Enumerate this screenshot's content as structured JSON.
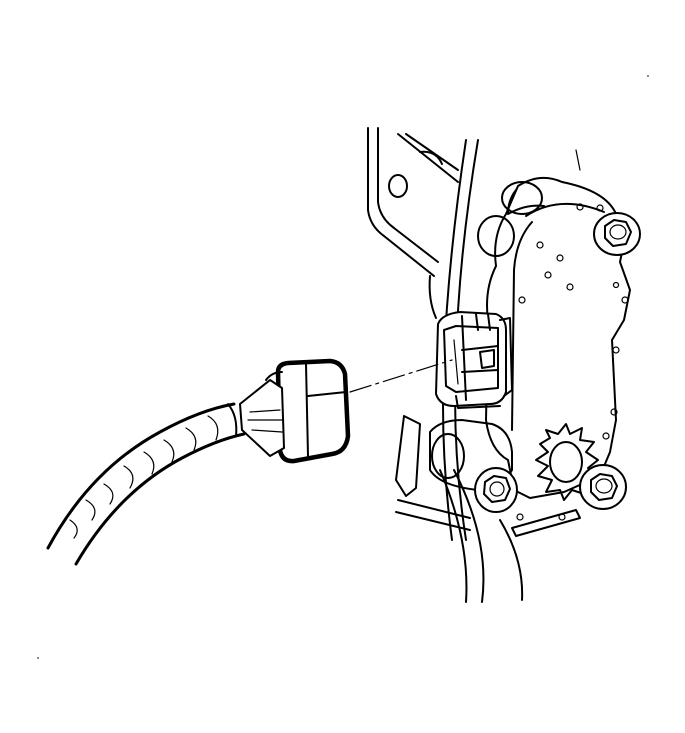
{
  "figure": {
    "background_color": "#ffffff",
    "line_color": "#000000",
    "parts": [
      {
        "name": "wiring-harness-conduit"
      },
      {
        "name": "harness-connector"
      },
      {
        "name": "component-connector"
      },
      {
        "name": "mounting-bracket"
      },
      {
        "name": "sensor-housing"
      },
      {
        "name": "mounting-bolt"
      },
      {
        "name": "lever-shaft"
      }
    ],
    "connection_guide": {
      "style": "dashed"
    }
  }
}
